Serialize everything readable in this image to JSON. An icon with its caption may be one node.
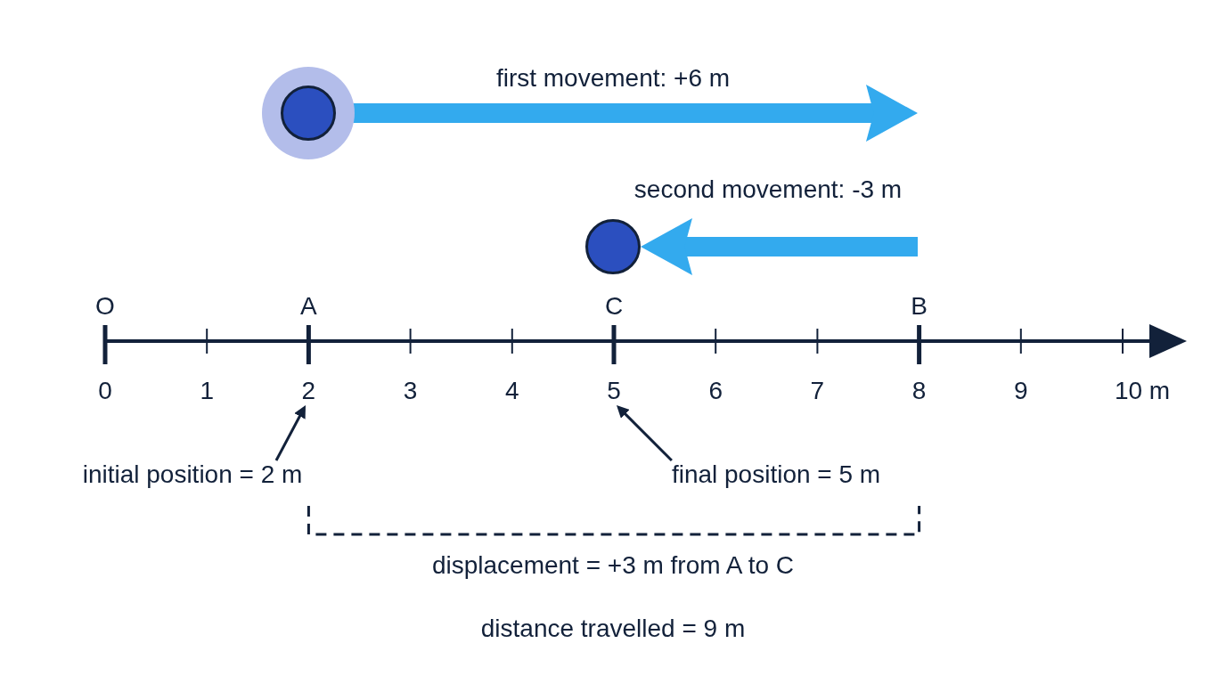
{
  "diagram": {
    "nodes": [
      {
        "text": [],
        "shape": "circle"
      },
      {
        "text": [],
        "shape": "circle"
      },
      {
        "text": [
          "initial position = 2 m"
        ]
      },
      {
        "text": [
          "final position = 5 m"
        ]
      },
      {
        "text": [
          "2"
        ]
      },
      {
        "text": [
          "5"
        ]
      }
    ],
    "edges": [
      {
        "from": 0,
        "to": null,
        "arrow": "to",
        "label": "first movement: +6 m",
        "style": "thick",
        "color": "#33aaee"
      },
      {
        "from": null,
        "to": 1,
        "arrow": "to",
        "label": "second movement: -3 m",
        "style": "thick",
        "color": "#33aaee"
      },
      {
        "from": 2,
        "to": 4,
        "arrow": "to",
        "color": "#12213a"
      },
      {
        "from": 3,
        "to": 5,
        "arrow": "to",
        "color": "#12213a"
      }
    ],
    "labels": [
      "O",
      "A",
      "C",
      "B",
      "0",
      "1",
      "3",
      "4",
      "6",
      "7",
      "8",
      "9",
      "10 m",
      "displacement = +3 m from A to C",
      "distance travelled = 9 m"
    ]
  }
}
